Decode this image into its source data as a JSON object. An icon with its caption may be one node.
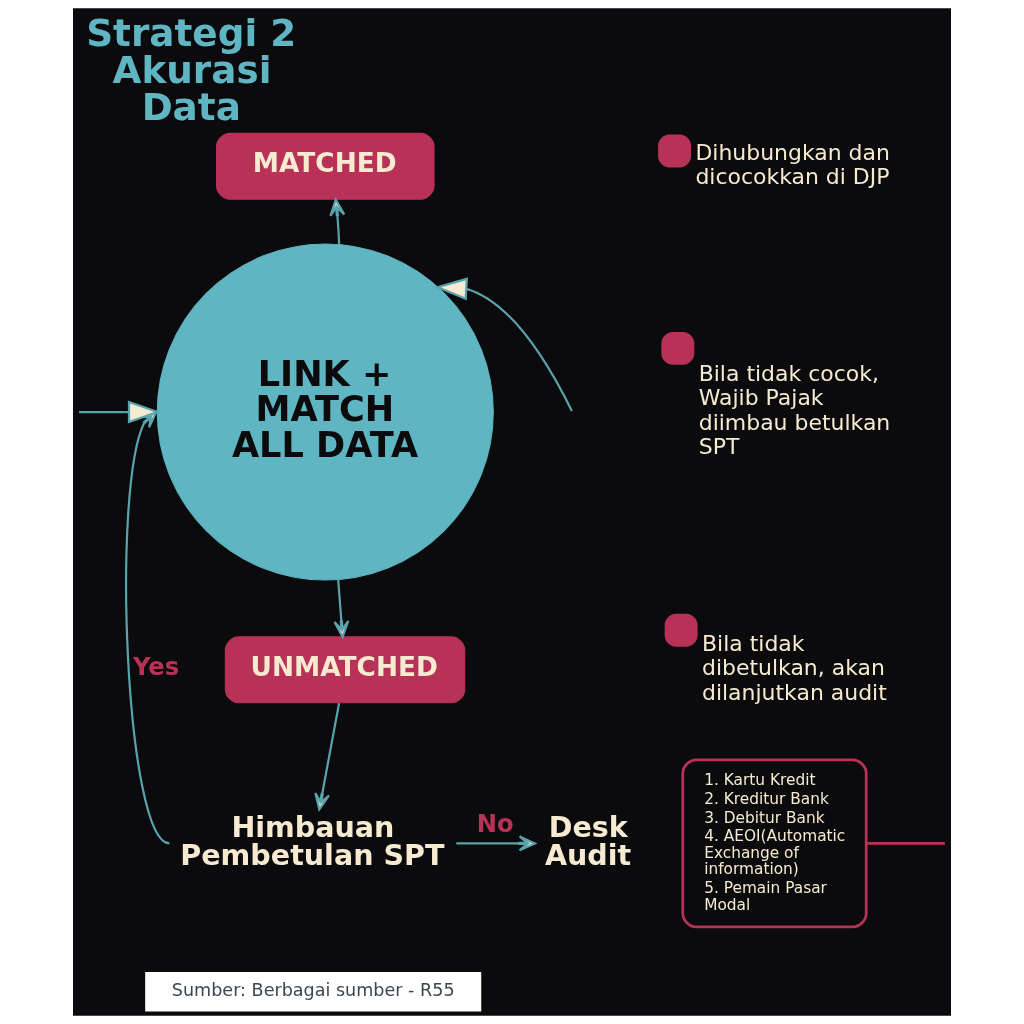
{
  "diagram": {
    "title": "Strategi 2 Akurasi Data",
    "caption": "Sumber: Berbagai sumber - R55",
    "nodes": [
      {
        "text": [
          "MATCHED"
        ]
      },
      {
        "text": [
          "LINK + MATCH ALL DATA"
        ]
      },
      {
        "text": [
          "UNMATCHED"
        ]
      },
      {
        "text": [
          "Himbauan Pembetulan SPT"
        ]
      },
      {
        "text": [
          "Desk Audit"
        ]
      },
      {
        "text": [
          "1. Kartu Kredit",
          "2. Kreditur Bank",
          "3. Debitur Bank",
          "4. AEOI(Automatic Exchange of information)",
          "5. Pemain Pasar Modal"
        ]
      }
    ],
    "edges": [
      {
        "from": 1,
        "to": 0,
        "arrow": "to"
      },
      {
        "from": null,
        "to": 1,
        "arrow": "to"
      },
      {
        "from": null,
        "to": 1,
        "arrow": "to"
      },
      {
        "from": 1,
        "to": 2,
        "arrow": "to"
      },
      {
        "from": 2,
        "to": 3,
        "arrow": "to"
      },
      {
        "from": 3,
        "to": 1,
        "arrow": "to",
        "label": "Yes"
      },
      {
        "from": 3,
        "to": 4,
        "arrow": "to",
        "label": "No"
      },
      {
        "from": 5,
        "to": null,
        "arrow": "none",
        "color": "#b83258"
      }
    ],
    "labels": [
      "Dihubungkan dan dicocokkan di DJP",
      "Bila tidak cocok, Wajib Pajak diimbau betulkan SPT",
      "Bila tidak dibetulkan, akan dilanjutkan audit"
    ]
  }
}
